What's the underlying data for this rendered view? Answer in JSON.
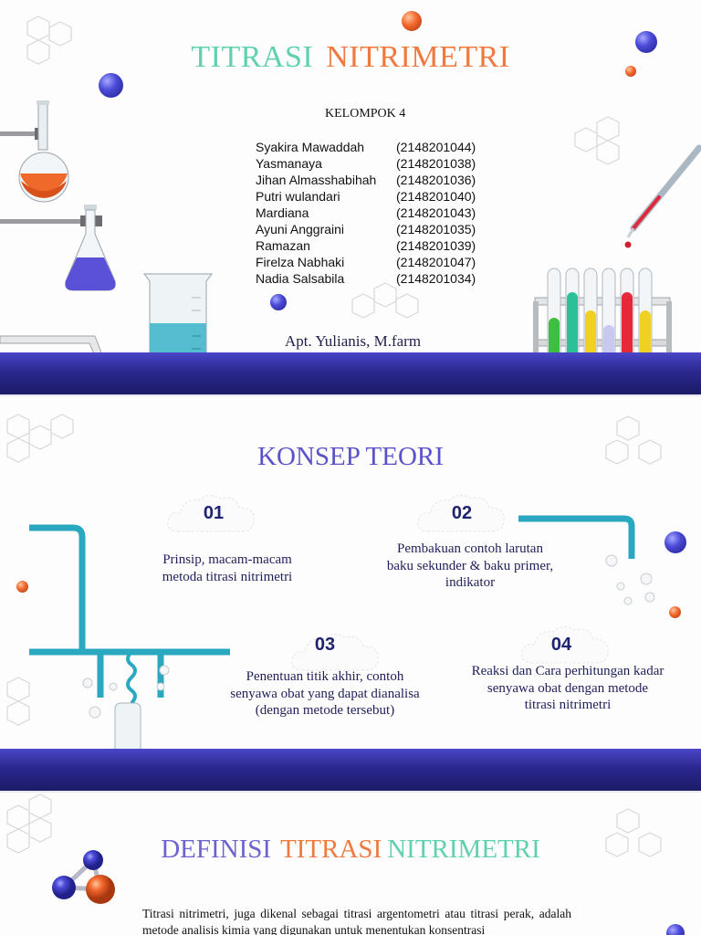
{
  "slide1": {
    "title_part1": "TITRASI",
    "title_part2": "NITRIMETRI",
    "group": "KELOMPOK 4",
    "members": [
      {
        "name": "Syakira Mawaddah",
        "nim": "(2148201044)"
      },
      {
        "name": "Yasmanaya",
        "nim": "(2148201038)"
      },
      {
        "name": "Jihan Almasshabihah",
        "nim": "(2148201036)"
      },
      {
        "name": "Putri wulandari",
        "nim": "(2148201040)"
      },
      {
        "name": "Mardiana",
        "nim": "(2148201043)"
      },
      {
        "name": "Ayuni Anggraini",
        "nim": "(2148201035)"
      },
      {
        "name": "Ramazan",
        "nim": "(2148201039)"
      },
      {
        "name": "Firelza Nabhaki",
        "nim": "(2148201047)"
      },
      {
        "name": "Nadia Salsabila",
        "nim": "(2148201034)"
      }
    ],
    "lecturer": "Apt. Yulianis, M.farm"
  },
  "slide2": {
    "title": "KONSEP TEORI",
    "items": [
      {
        "number": "01",
        "text": "Prinsip, macam-macam metoda titrasi nitrimetri"
      },
      {
        "number": "02",
        "text": "Pembakuan contoh larutan baku sekunder & baku primer, indikator"
      },
      {
        "number": "03",
        "text": "Penentuan titik akhir, contoh senyawa obat yang dapat dianalisa (dengan metode tersebut)"
      },
      {
        "number": "04",
        "text": "Reaksi dan Cara perhitungan kadar senyawa obat dengan metode titrasi nitrimetri"
      }
    ]
  },
  "slide3": {
    "title_part1": "DEFINISI",
    "title_part2": "TITRASI",
    "title_part3": "NITRIMETRI",
    "body": "Titrasi nitrimetri, juga dikenal sebagai titrasi argentometri atau titrasi perak, adalah metode analisis kimia yang digunakan untuk menentukan konsentrasi"
  },
  "colors": {
    "band": "#2b2890",
    "title_teal": "#5fd0b0",
    "title_orange": "#f07a3e",
    "title_purple": "#5a52c8",
    "pipe_teal": "#2aa8c0"
  },
  "icons": [
    "round-flask-icon",
    "erlenmeyer-flask-icon",
    "beaker-icon",
    "test-tube-rack-icon",
    "dropper-icon",
    "hexagon-molecule-icon",
    "cloud-icon",
    "molecule-model-icon"
  ]
}
